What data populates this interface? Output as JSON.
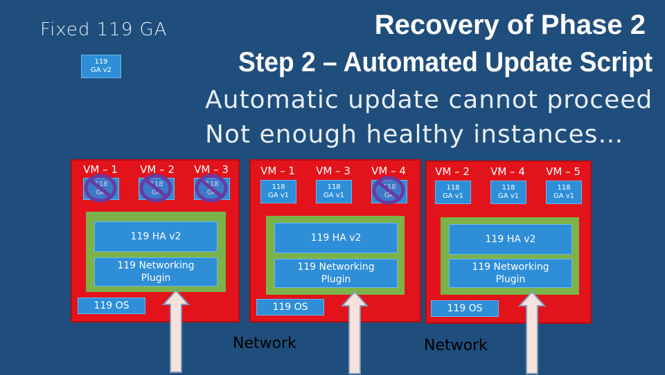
{
  "fixed_label": "Fixed 119 GA",
  "top_box": {
    "line1": "119",
    "line2": "GA v2"
  },
  "title_line1": "Recovery of Phase 2",
  "title_line2": "Step 2 – Automated Update Script",
  "message_line1": "Automatic update cannot proceed",
  "message_line2": "Not enough healthy instances…",
  "hosts": [
    {
      "vms": [
        {
          "label": "VM – 1",
          "box_line1": "118",
          "box_line2": "GA",
          "blocked": true
        },
        {
          "label": "VM – 2",
          "box_line1": "118",
          "box_line2": "GA",
          "blocked": true
        },
        {
          "label": "VM – 3",
          "box_line1": "118",
          "box_line2": "GA",
          "blocked": true
        }
      ],
      "ha": "119 HA v2",
      "plugin_line1": "119 Networking",
      "plugin_line2": "Plugin",
      "os": "119 OS"
    },
    {
      "vms": [
        {
          "label": "VM – 1",
          "box_line1": "118",
          "box_line2": "GA v1",
          "blocked": false
        },
        {
          "label": "VM – 3",
          "box_line1": "118",
          "box_line2": "GA v1",
          "blocked": false
        },
        {
          "label": "VM – 4",
          "box_line1": "118",
          "box_line2": "GA",
          "blocked": true
        }
      ],
      "ha": "119 HA v2",
      "plugin_line1": "119 Networking",
      "plugin_line2": "Plugin",
      "os": "119 OS",
      "network": "Network"
    },
    {
      "vms": [
        {
          "label": "VM – 2",
          "box_line1": "118",
          "box_line2": "GA v1",
          "blocked": false
        },
        {
          "label": "VM – 4",
          "box_line1": "118",
          "box_line2": "GA v1",
          "blocked": false
        },
        {
          "label": "VM – 5",
          "box_line1": "118",
          "box_line2": "GA v1",
          "blocked": false
        }
      ],
      "ha": "119 HA v2",
      "plugin_line1": "119 Networking",
      "plugin_line2": "Plugin",
      "os": "119 OS",
      "network": "Network"
    }
  ],
  "colors": {
    "background": "#1f4e7c",
    "host": "#e3131b",
    "green": "#7bb34a",
    "blue": "#2e8ed8",
    "blocked": "#6a3aa0"
  }
}
